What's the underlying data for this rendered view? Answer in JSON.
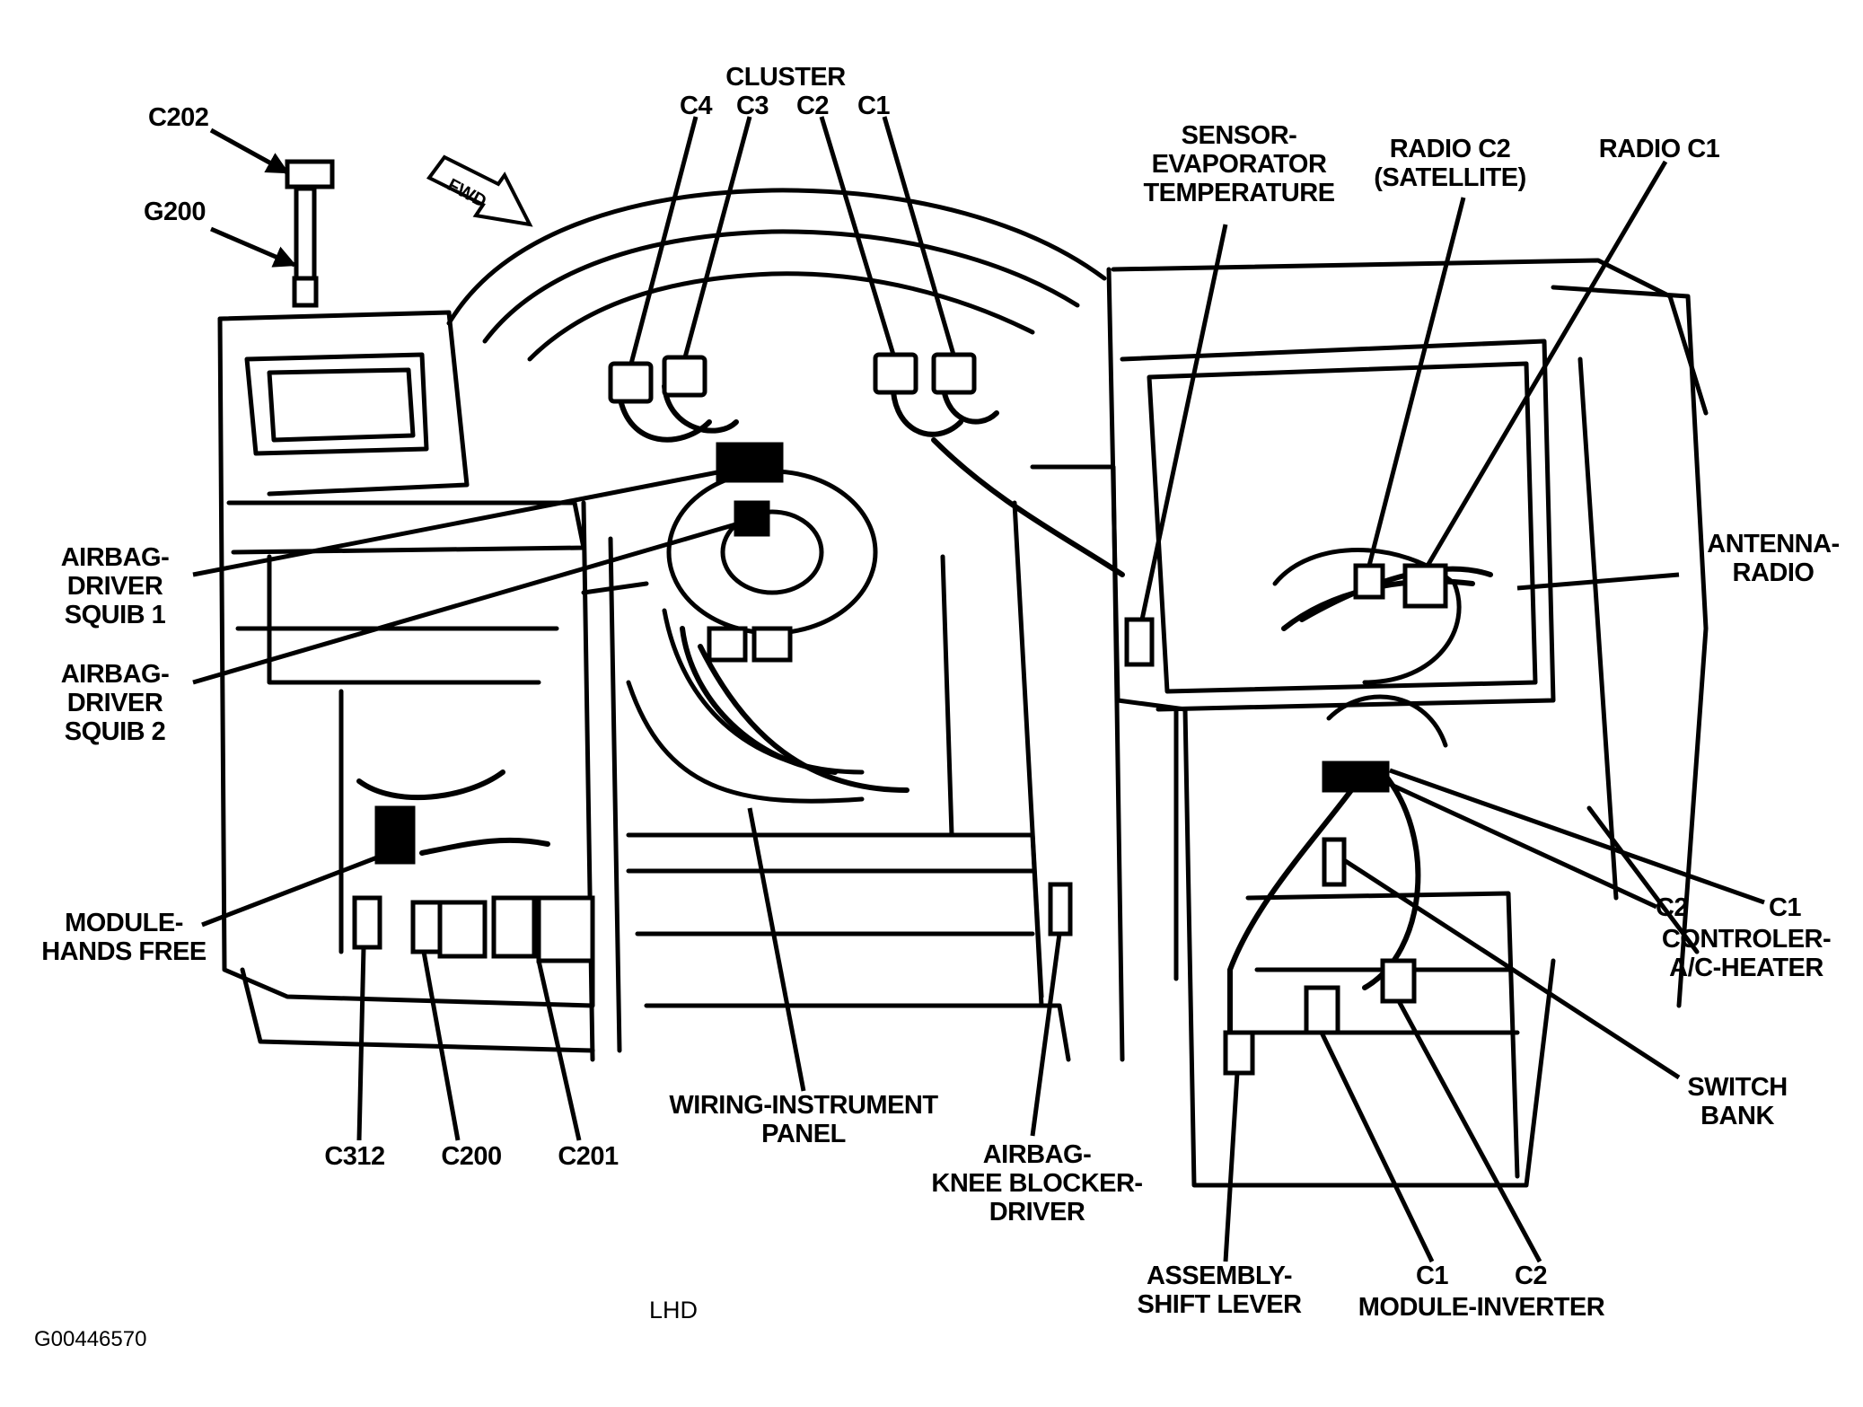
{
  "labels": {
    "cluster": [
      "CLUSTER"
    ],
    "cluster_c4": [
      "C4"
    ],
    "cluster_c3": [
      "C3"
    ],
    "cluster_c2": [
      "C2"
    ],
    "cluster_c1": [
      "C1"
    ],
    "c202": [
      "C202"
    ],
    "g200": [
      "G200"
    ],
    "fwd": [
      "FWD"
    ],
    "sensor_evap": [
      "SENSOR-",
      "EVAPORATOR",
      "TEMPERATURE"
    ],
    "radio_c2": [
      "RADIO C2",
      "(SATELLITE)"
    ],
    "radio_c1": [
      "RADIO C1"
    ],
    "antenna_radio": [
      "ANTENNA-",
      "RADIO"
    ],
    "airbag_squib1": [
      "AIRBAG-",
      "DRIVER",
      "SQUIB 1"
    ],
    "airbag_squib2": [
      "AIRBAG-",
      "DRIVER",
      "SQUIB 2"
    ],
    "module_hands_free": [
      "MODULE-",
      "HANDS FREE"
    ],
    "controller_c2": [
      "C2"
    ],
    "controller_c1": [
      "C1"
    ],
    "controller_ac": [
      "CONTROLER-",
      "A/C-HEATER"
    ],
    "switch_bank": [
      "SWITCH",
      "BANK"
    ],
    "c312": [
      "C312"
    ],
    "c200": [
      "C200"
    ],
    "c201": [
      "C201"
    ],
    "wiring_panel": [
      "WIRING-INSTRUMENT",
      "PANEL"
    ],
    "airbag_knee": [
      "AIRBAG-",
      "KNEE BLOCKER-",
      "DRIVER"
    ],
    "shift_lever": [
      "ASSEMBLY-",
      "SHIFT LEVER"
    ],
    "inverter_c1": [
      "C1"
    ],
    "inverter_c2": [
      "C2"
    ],
    "module_inverter": [
      "MODULE-INVERTER"
    ],
    "lhd": [
      "LHD"
    ],
    "figure_id": [
      "G00446570"
    ]
  }
}
